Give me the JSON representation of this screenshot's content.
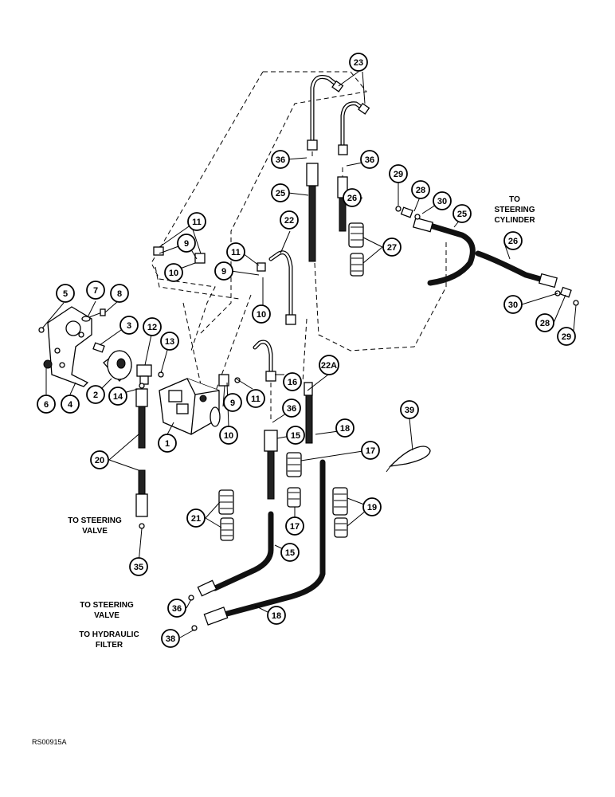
{
  "callouts": [
    {
      "label": "23"
    },
    {
      "label": "36"
    },
    {
      "label": "36"
    },
    {
      "label": "25"
    },
    {
      "label": "26"
    },
    {
      "label": "29"
    },
    {
      "label": "28"
    },
    {
      "label": "30"
    },
    {
      "label": "25"
    },
    {
      "label": "27"
    },
    {
      "label": "26"
    },
    {
      "label": "30"
    },
    {
      "label": "28"
    },
    {
      "label": "29"
    },
    {
      "label": "22"
    },
    {
      "label": "11"
    },
    {
      "label": "9"
    },
    {
      "label": "10"
    },
    {
      "label": "11"
    },
    {
      "label": "9"
    },
    {
      "label": "10"
    },
    {
      "label": "5"
    },
    {
      "label": "7"
    },
    {
      "label": "8"
    },
    {
      "label": "3"
    },
    {
      "label": "12"
    },
    {
      "label": "13"
    },
    {
      "label": "6"
    },
    {
      "label": "4"
    },
    {
      "label": "2"
    },
    {
      "label": "14"
    },
    {
      "label": "1"
    },
    {
      "label": "9"
    },
    {
      "label": "10"
    },
    {
      "label": "11"
    },
    {
      "label": "16"
    },
    {
      "label": "22A"
    },
    {
      "label": "36"
    },
    {
      "label": "15"
    },
    {
      "label": "18"
    },
    {
      "label": "17"
    },
    {
      "label": "39"
    },
    {
      "label": "20"
    },
    {
      "label": "21"
    },
    {
      "label": "17"
    },
    {
      "label": "19"
    },
    {
      "label": "35"
    },
    {
      "label": "15"
    },
    {
      "label": "36"
    },
    {
      "label": "18"
    },
    {
      "label": "38"
    }
  ],
  "notes": {
    "to_steering_cylinder": [
      "TO",
      "STEERING",
      "CYLINDER"
    ],
    "to_steering_valve_left": [
      "TO STEERING",
      "VALVE"
    ],
    "to_steering_valve_bottom": [
      "TO STEERING",
      "VALVE"
    ],
    "to_hydraulic_filter": [
      "TO HYDRAULIC",
      "FILTER"
    ]
  },
  "reference": "RS00915A"
}
